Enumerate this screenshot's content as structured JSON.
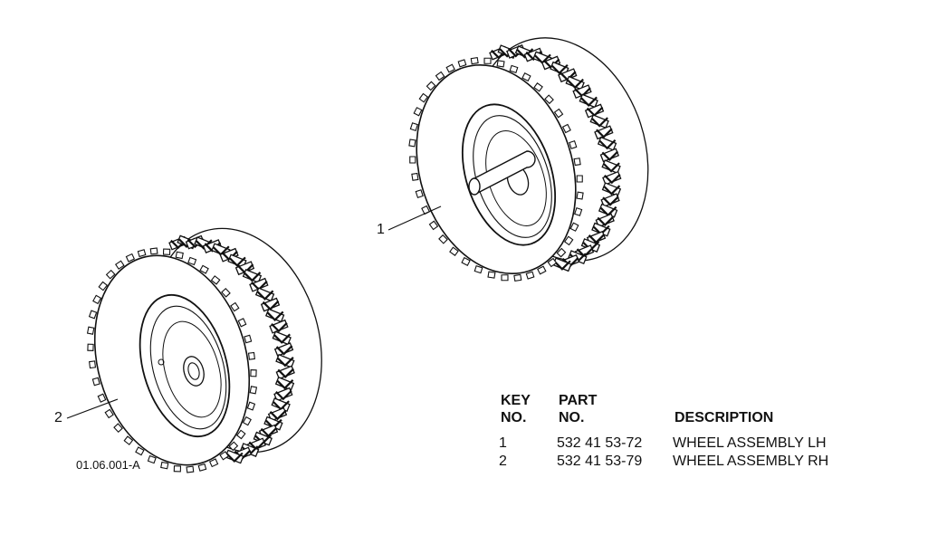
{
  "callouts": {
    "wheel_1": "1",
    "wheel_2": "2"
  },
  "figure_ref": "01.06.001-A",
  "table": {
    "headers": {
      "key_no_line1": "KEY",
      "key_no_line2": "NO.",
      "part_no_line1": "PART",
      "part_no_line2": "NO.",
      "description": "DESCRIPTION"
    },
    "rows": [
      {
        "key": "1",
        "part": "532 41 53-72",
        "description": "WHEEL ASSEMBLY LH"
      },
      {
        "key": "2",
        "part": "532 41 53-79",
        "description": "WHEEL ASSEMBLY RH"
      }
    ]
  },
  "colors": {
    "line": "#111111",
    "paper": "#ffffff"
  }
}
